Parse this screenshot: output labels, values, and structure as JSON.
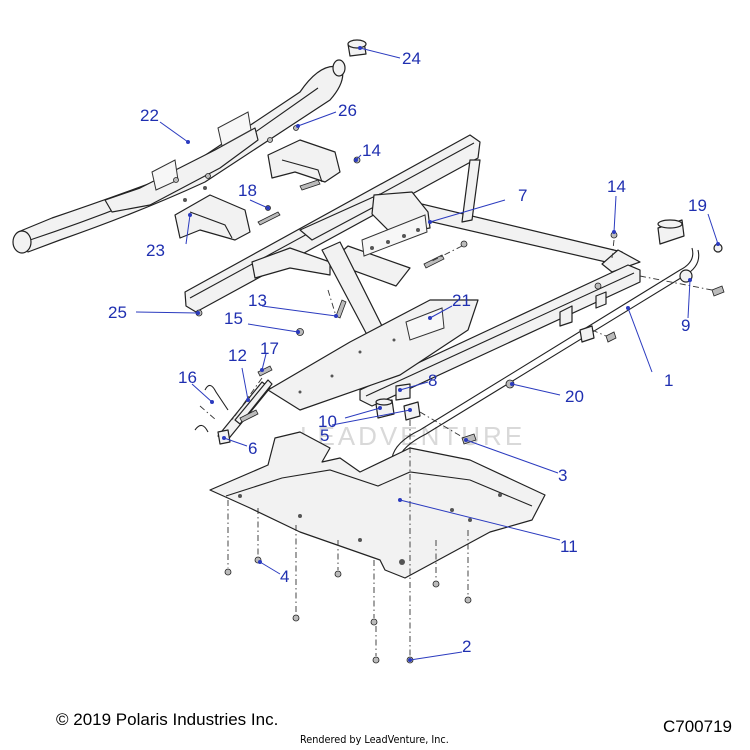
{
  "watermark": "LEADVENTURE",
  "footer": {
    "copyright": "© 2019 Polaris Industries Inc.",
    "rendered_by": "Rendered by LeadVenture, Inc.",
    "figure_id": "C700719"
  },
  "callouts": [
    {
      "id": "c1",
      "label": "1"
    },
    {
      "id": "c2",
      "label": "2"
    },
    {
      "id": "c3",
      "label": "3"
    },
    {
      "id": "c4",
      "label": "4"
    },
    {
      "id": "c5",
      "label": "5"
    },
    {
      "id": "c6",
      "label": "6"
    },
    {
      "id": "c7",
      "label": "7"
    },
    {
      "id": "c8",
      "label": "8"
    },
    {
      "id": "c9",
      "label": "9"
    },
    {
      "id": "c10",
      "label": "10"
    },
    {
      "id": "c11",
      "label": "11"
    },
    {
      "id": "c12",
      "label": "12"
    },
    {
      "id": "c13",
      "label": "13"
    },
    {
      "id": "c14a",
      "label": "14"
    },
    {
      "id": "c14b",
      "label": "14"
    },
    {
      "id": "c15",
      "label": "15"
    },
    {
      "id": "c16",
      "label": "16"
    },
    {
      "id": "c17",
      "label": "17"
    },
    {
      "id": "c18",
      "label": "18"
    },
    {
      "id": "c19",
      "label": "19"
    },
    {
      "id": "c20",
      "label": "20"
    },
    {
      "id": "c21",
      "label": "21"
    },
    {
      "id": "c22",
      "label": "22"
    },
    {
      "id": "c23",
      "label": "23"
    },
    {
      "id": "c24",
      "label": "24"
    },
    {
      "id": "c25",
      "label": "25"
    },
    {
      "id": "c26",
      "label": "26"
    }
  ],
  "colors": {
    "callout": "#1f2fb0",
    "line": "#222222",
    "part_fill": "#f2f2f2"
  }
}
